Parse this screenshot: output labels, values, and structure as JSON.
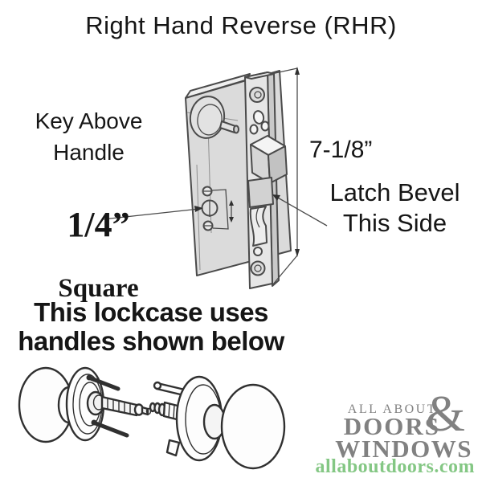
{
  "title": "Right Hand Reverse (RHR)",
  "labels": {
    "key_above": {
      "line1": "Key Above",
      "line2": "Handle"
    },
    "spindle_size": {
      "value": "1/4”",
      "unit": "Square"
    },
    "case_height": "7-1/8”",
    "latch_bevel": {
      "line1": "Latch Bevel",
      "line2": "This Side"
    },
    "note": {
      "line1": "This lockcase uses",
      "line2": "handles shown below"
    }
  },
  "logo": {
    "top": "ALL ABOUT",
    "ampersand": "&",
    "middle": "DOORS",
    "bottom": "WINDOWS",
    "website": "allaboutdoors.com"
  },
  "figures": {
    "lockcase": "mortise lockcase with faceplate, deadbolt and beveled latch",
    "left_knob": "door knob with rose and threaded spindle",
    "right_knob": "door knob with rose, spindle fragment and posts"
  },
  "colors": {
    "background": "#ffffff",
    "text": "#161616",
    "line": "#4a4a4a",
    "line_dark": "#303030",
    "fill_mid": "#dbdbdb",
    "fill_light": "#eeeeee",
    "fill_dark": "#c6c6c6",
    "fill_plate": "#e6e6e6",
    "white": "#fdfdfd",
    "logo_gray": "#818181",
    "logo_green": "#84c784"
  }
}
